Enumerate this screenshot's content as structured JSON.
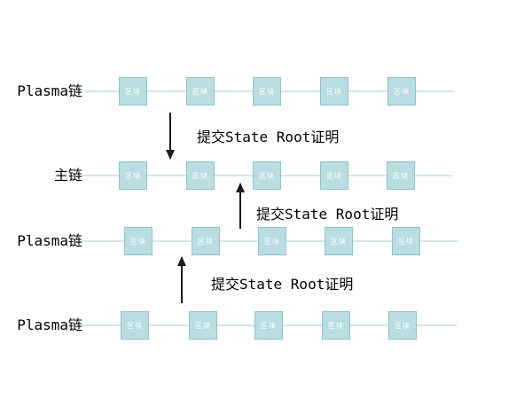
{
  "diagram": {
    "title": "Plasma chains submitting State Root proofs to main chain",
    "chains": [
      {
        "id": "plasma-1",
        "label": "Plasma链",
        "blocks": [
          "区块",
          "区块",
          "区块",
          "区块",
          "区块"
        ]
      },
      {
        "id": "main-chain",
        "label": "主链",
        "blocks": [
          "区块",
          "区块",
          "区块",
          "区块",
          "区块"
        ]
      },
      {
        "id": "plasma-2",
        "label": "Plasma链",
        "blocks": [
          "区块",
          "区块",
          "区块",
          "区块",
          "区块"
        ]
      },
      {
        "id": "plasma-3",
        "label": "Plasma链",
        "blocks": [
          "区块",
          "区块",
          "区块",
          "区块",
          "区块"
        ]
      }
    ],
    "annotations": [
      {
        "text": "提交State Root证明",
        "arrow_direction": "down",
        "from_chain": "plasma-1",
        "to_chain": "main-chain"
      },
      {
        "text": "提交State Root证明",
        "arrow_direction": "up",
        "from_chain": "plasma-2",
        "to_chain": "main-chain"
      },
      {
        "text": "提交State Root证明",
        "arrow_direction": "up",
        "from_chain": "plasma-3",
        "to_chain": "plasma-2"
      }
    ],
    "colors": {
      "background": "#ffffff",
      "block_fill": "#b9dde1",
      "block_border": "#8fc4ca",
      "block_text": "#ffffff",
      "chain_line": "#d6e5e6",
      "arrow": "#1a1a1a",
      "text": "#000000"
    }
  }
}
